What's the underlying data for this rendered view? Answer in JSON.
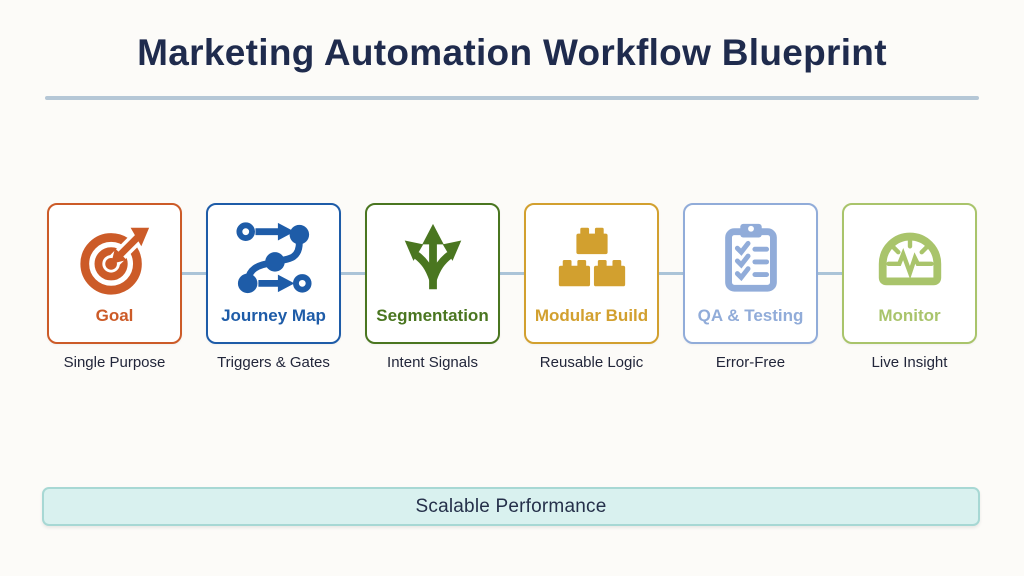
{
  "page": {
    "title": "Marketing Automation Workflow Blueprint",
    "footer_label": "Scalable Performance"
  },
  "steps": [
    {
      "label": "Goal",
      "subtitle": "Single Purpose",
      "icon": "target-icon",
      "color": "#cc5b28"
    },
    {
      "label": "Journey Map",
      "subtitle": "Triggers & Gates",
      "icon": "journey-path-icon",
      "color": "#1e5ca8"
    },
    {
      "label": "Segmentation",
      "subtitle": "Intent Signals",
      "icon": "branch-arrows-icon",
      "color": "#4a7620"
    },
    {
      "label": "Modular Build",
      "subtitle": "Reusable Logic",
      "icon": "lego-bricks-icon",
      "color": "#d2a02f"
    },
    {
      "label": "QA & Testing",
      "subtitle": "Error-Free",
      "icon": "checklist-clipboard-icon",
      "color": "#91acd9"
    },
    {
      "label": "Monitor",
      "subtitle": "Live Insight",
      "icon": "gauge-pulse-icon",
      "color": "#a9c46b"
    }
  ],
  "colors": {
    "title": "#1f2b4d",
    "divider": "#b5c7d6",
    "connector": "#abc4d8",
    "footer_bg": "#d9f1ef",
    "footer_border": "#a7d8d4",
    "footer_text": "#25304a",
    "subtitle_text": "#22263a"
  }
}
